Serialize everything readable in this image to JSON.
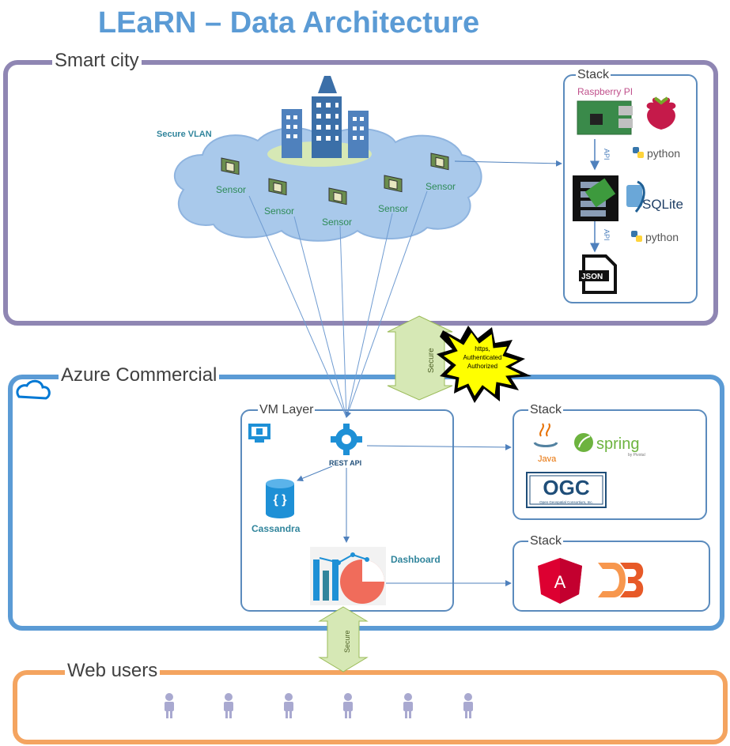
{
  "title": "LEaRN – Data Architecture",
  "regions": {
    "smart_city": "Smart city",
    "azure": "Azure Commercial",
    "web_users": "Web users"
  },
  "smart_city": {
    "vlan_label": "Secure VLAN",
    "sensor_label": "Sensor",
    "stack_title": "Stack",
    "raspberry_label": "Raspberry PI",
    "api_label": "API",
    "python_label": "python",
    "sqlite_label": "SQLite",
    "json_label": "JSON"
  },
  "secure_link": {
    "label": "Secure",
    "burst_lines": [
      "https,",
      "Authenticated",
      "Authorized"
    ]
  },
  "vm": {
    "title": "VM Layer",
    "rest_label": "REST API",
    "cassandra_label": "Cassandra",
    "dashboard_label": "Dashboard"
  },
  "stack_java": {
    "title": "Stack",
    "java_label": "Java",
    "spring_label": "spring",
    "pivotal_label": "by Pivotal",
    "ogc_label": "OGC",
    "ogc_sub": "Open Geospatial Consortium, Inc."
  },
  "stack_web": {
    "title": "Stack",
    "angular_label": "A",
    "d3_label": "D3"
  },
  "colors": {
    "smart_city_border": "#8f86b3",
    "azure_border": "#5b9bd5",
    "web_border": "#f4a460",
    "title": "#5b9bd5",
    "sensor_text": "#2e8b57",
    "cloud": "#a9c9eb",
    "arrow_green": "#d6e8b5"
  }
}
